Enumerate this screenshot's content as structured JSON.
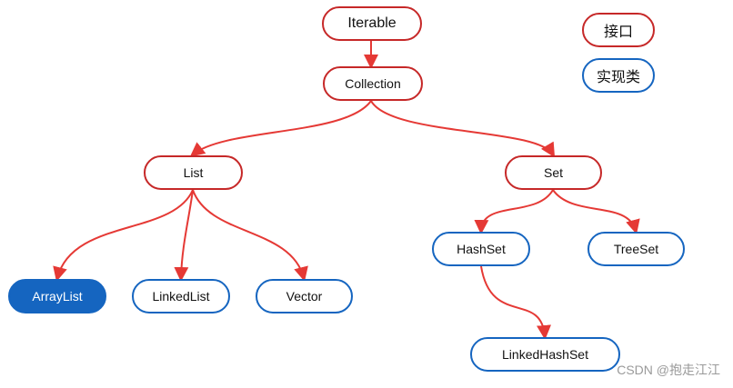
{
  "legend": {
    "interface": "接口",
    "implementation": "实现类"
  },
  "nodes": {
    "iterable": "Iterable",
    "collection": "Collection",
    "list": "List",
    "set": "Set",
    "arraylist": "ArrayList",
    "linkedlist": "LinkedList",
    "vector": "Vector",
    "hashset": "HashSet",
    "treeset": "TreeSet",
    "linkedhashset": "LinkedHashSet"
  },
  "watermark": "CSDN @抱走江江",
  "colors": {
    "interface_border": "#c62828",
    "impl_border": "#1565c0",
    "edge": "#e53935"
  }
}
